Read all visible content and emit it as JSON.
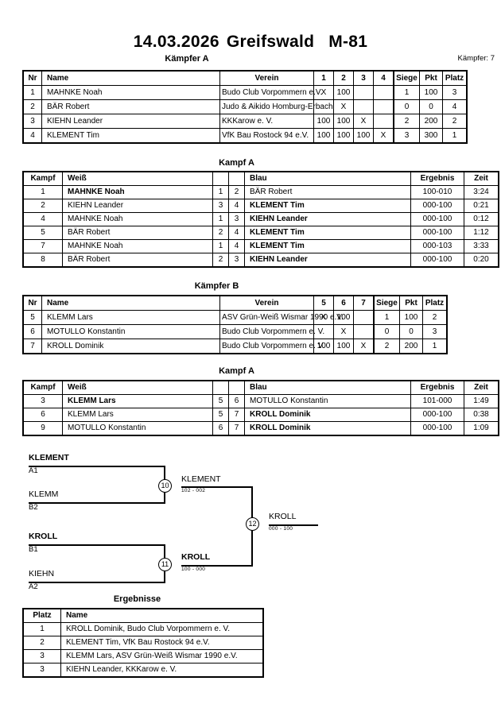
{
  "header": {
    "date": "14.03.2026",
    "location": "Greifswald",
    "category": "M-81",
    "pool_a_caption": "Kämpfer A",
    "fighter_count": "Kämpfer: 7"
  },
  "pool_table_columns": {
    "nr": "Nr",
    "name": "Name",
    "verein": "Verein",
    "siege": "Siege",
    "pkt": "Pkt",
    "platz": "Platz"
  },
  "pool_a": {
    "caption": "Kämpfer A",
    "score_columns": [
      "1",
      "2",
      "3",
      "4"
    ],
    "rows": [
      {
        "nr": "1",
        "name": "MAHNKE Noah",
        "verein": "Budo Club Vorpommern e.V.",
        "scores": [
          "X",
          "100",
          "",
          ""
        ],
        "siege": "1",
        "pkt": "100",
        "platz": "3"
      },
      {
        "nr": "2",
        "name": "BÄR Robert",
        "verein": "Judo & Aikido Homburg-Erbach",
        "scores": [
          "",
          "X",
          "",
          ""
        ],
        "siege": "0",
        "pkt": "0",
        "platz": "4"
      },
      {
        "nr": "3",
        "name": "KIEHN Leander",
        "verein": "KKKarow e. V.",
        "scores": [
          "100",
          "100",
          "X",
          ""
        ],
        "siege": "2",
        "pkt": "200",
        "platz": "2"
      },
      {
        "nr": "4",
        "name": "KLEMENT Tim",
        "verein": "VfK Bau Rostock 94 e.V.",
        "scores": [
          "100",
          "100",
          "100",
          "X"
        ],
        "siege": "3",
        "pkt": "300",
        "platz": "1"
      }
    ]
  },
  "pool_b": {
    "caption": "Kämpfer B",
    "score_columns": [
      "5",
      "6",
      "7"
    ],
    "rows": [
      {
        "nr": "5",
        "name": "KLEMM Lars",
        "verein": "ASV Grün-Weiß Wismar 1990 e.V.",
        "scores": [
          "X",
          "100",
          ""
        ],
        "siege": "1",
        "pkt": "100",
        "platz": "2"
      },
      {
        "nr": "6",
        "name": "MOTULLO Konstantin",
        "verein": "Budo Club Vorpommern e. V.",
        "scores": [
          "",
          "X",
          ""
        ],
        "siege": "0",
        "pkt": "0",
        "platz": "3"
      },
      {
        "nr": "7",
        "name": "KROLL Dominik",
        "verein": "Budo Club Vorpommern e. V.",
        "scores": [
          "100",
          "100",
          "X"
        ],
        "siege": "2",
        "pkt": "200",
        "platz": "1"
      }
    ]
  },
  "match_table_columns": {
    "kampf": "Kampf",
    "weiss": "Weiß",
    "blau": "Blau",
    "ergebnis": "Ergebnis",
    "zeit": "Zeit"
  },
  "matches_a": {
    "caption": "Kampf A",
    "rows": [
      {
        "kampf": "1",
        "weiss": "MAHNKE Noah",
        "weiss_winner": true,
        "n1": "1",
        "n2": "2",
        "blau": "BÄR Robert",
        "blau_winner": false,
        "ergebnis": "100-010",
        "zeit": "3:24"
      },
      {
        "kampf": "2",
        "weiss": "KIEHN Leander",
        "weiss_winner": false,
        "n1": "3",
        "n2": "4",
        "blau": "KLEMENT Tim",
        "blau_winner": true,
        "ergebnis": "000-100",
        "zeit": "0:21"
      },
      {
        "kampf": "4",
        "weiss": "MAHNKE Noah",
        "weiss_winner": false,
        "n1": "1",
        "n2": "3",
        "blau": "KIEHN Leander",
        "blau_winner": true,
        "ergebnis": "000-100",
        "zeit": "0:12"
      },
      {
        "kampf": "5",
        "weiss": "BÄR Robert",
        "weiss_winner": false,
        "n1": "2",
        "n2": "4",
        "blau": "KLEMENT Tim",
        "blau_winner": true,
        "ergebnis": "000-100",
        "zeit": "1:12"
      },
      {
        "kampf": "7",
        "weiss": "MAHNKE Noah",
        "weiss_winner": false,
        "n1": "1",
        "n2": "4",
        "blau": "KLEMENT Tim",
        "blau_winner": true,
        "ergebnis": "000-103",
        "zeit": "3:33"
      },
      {
        "kampf": "8",
        "weiss": "BÄR Robert",
        "weiss_winner": false,
        "n1": "2",
        "n2": "3",
        "blau": "KIEHN Leander",
        "blau_winner": true,
        "ergebnis": "000-100",
        "zeit": "0:20"
      }
    ]
  },
  "matches_b": {
    "caption": "Kampf A",
    "rows": [
      {
        "kampf": "3",
        "weiss": "KLEMM Lars",
        "weiss_winner": true,
        "n1": "5",
        "n2": "6",
        "blau": "MOTULLO Konstantin",
        "blau_winner": false,
        "ergebnis": "101-000",
        "zeit": "1:49"
      },
      {
        "kampf": "6",
        "weiss": "KLEMM Lars",
        "weiss_winner": false,
        "n1": "5",
        "n2": "7",
        "blau": "KROLL Dominik",
        "blau_winner": true,
        "ergebnis": "000-100",
        "zeit": "0:38"
      },
      {
        "kampf": "9",
        "weiss": "MOTULLO Konstantin",
        "weiss_winner": false,
        "n1": "6",
        "n2": "7",
        "blau": "KROLL Dominik",
        "blau_winner": true,
        "ergebnis": "000-100",
        "zeit": "1:09"
      }
    ]
  },
  "bracket": {
    "seeds": [
      {
        "name": "KLEMENT",
        "code": "A1",
        "winner": true
      },
      {
        "name": "KLEMM",
        "code": "B2",
        "winner": false
      },
      {
        "name": "KROLL",
        "code": "B1",
        "winner": true
      },
      {
        "name": "KIEHN",
        "code": "A2",
        "winner": false
      }
    ],
    "semifinal_1": {
      "number": "10",
      "winner": "KLEMENT",
      "score": "102 - 002",
      "bold": false
    },
    "semifinal_2": {
      "number": "11",
      "winner": "KROLL",
      "score": "100 - 000",
      "bold": true
    },
    "final": {
      "number": "12",
      "winner": "KROLL",
      "score": "000 - 100",
      "bold": false
    }
  },
  "results": {
    "caption": "Ergebnisse",
    "columns": {
      "platz": "Platz",
      "name": "Name"
    },
    "rows": [
      {
        "platz": "1",
        "name": "KROLL Dominik, Budo Club Vorpommern e. V."
      },
      {
        "platz": "2",
        "name": "KLEMENT Tim, VfK Bau Rostock 94 e.V."
      },
      {
        "platz": "3",
        "name": "KLEMM Lars, ASV Grün-Weiß Wismar 1990 e.V."
      },
      {
        "platz": "3",
        "name": "KIEHN Leander, KKKarow e. V."
      }
    ]
  }
}
